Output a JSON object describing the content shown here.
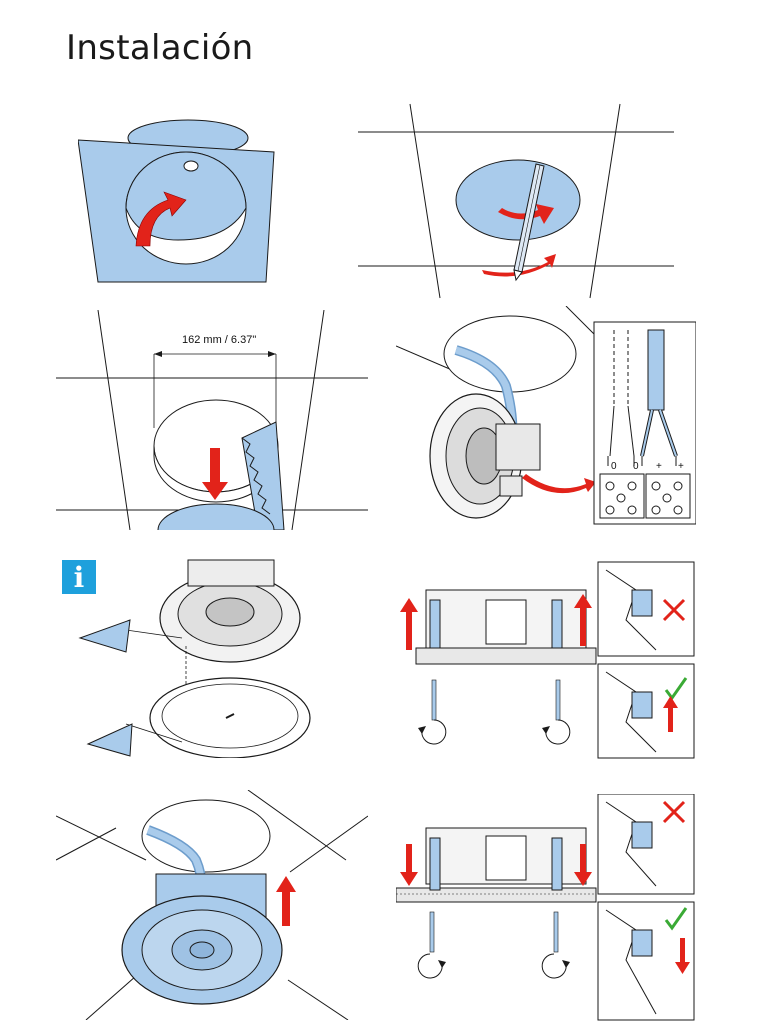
{
  "title": "Instalación",
  "dimension_label": "162 mm / 6.37\"",
  "info_icon_glyph": "i",
  "terminal_labels": [
    "0",
    "0",
    "+",
    "+"
  ],
  "colors": {
    "part_blue": "#a9cbeb",
    "arrow_red": "#e2231a",
    "check_green": "#3aaa35",
    "info_blue": "#1ea0dc",
    "line": "#1a1a1a"
  },
  "icons": [
    "info-icon",
    "rotate-arrow-icon",
    "pencil-icon",
    "saw-icon",
    "screwdriver-icon",
    "cross-icon",
    "check-icon",
    "up-arrow-icon",
    "down-arrow-icon"
  ]
}
